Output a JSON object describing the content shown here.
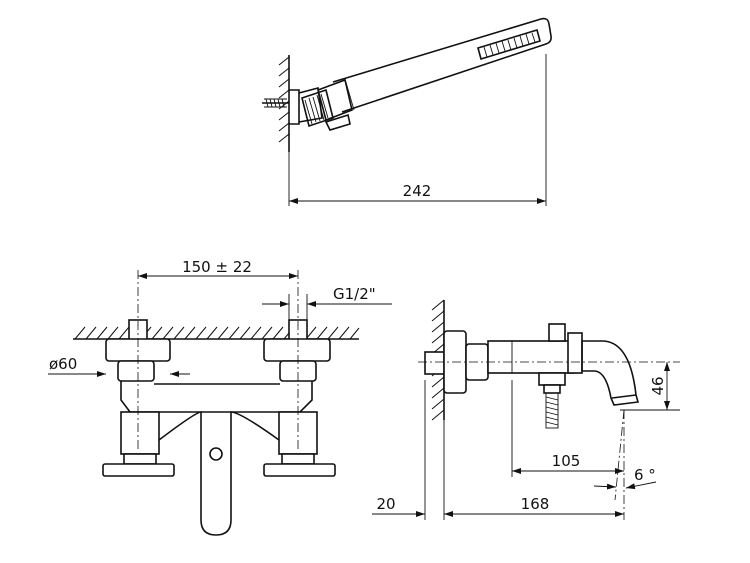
{
  "dimensions": {
    "hand_shower_length": "242",
    "inlet_spacing": "150 ± 22",
    "thread": "G1/2\"",
    "flange_diameter": "ø60",
    "spout_height": "46",
    "spout_reach": "105",
    "spout_angle": "6 °",
    "wall_offset": "20",
    "projection": "168"
  }
}
